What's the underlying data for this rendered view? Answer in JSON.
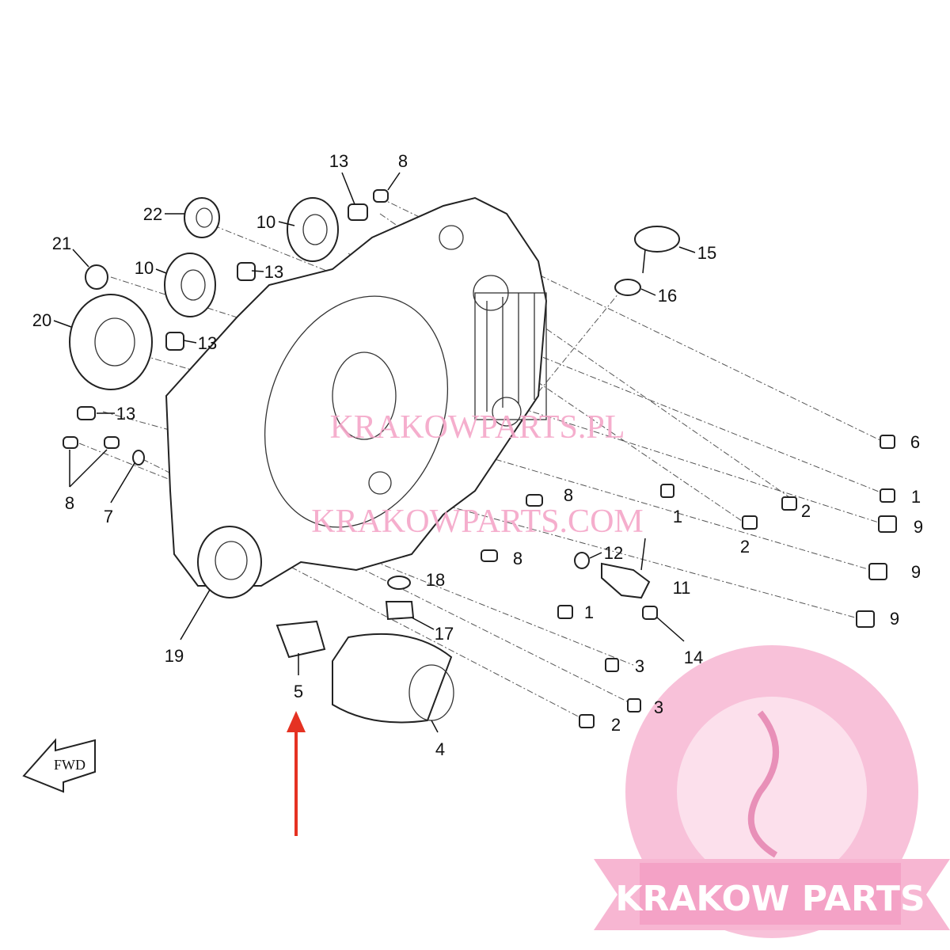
{
  "diagram": {
    "callouts": [
      "13",
      "8",
      "22",
      "10",
      "21",
      "10",
      "13",
      "15",
      "16",
      "20",
      "13",
      "13",
      "6",
      "8",
      "7",
      "8",
      "1",
      "2",
      "1",
      "9",
      "2",
      "12",
      "8",
      "18",
      "9",
      "11",
      "1",
      "17",
      "9",
      "14",
      "19",
      "3",
      "5",
      "3",
      "2",
      "4"
    ],
    "fwd_label": "FWD",
    "accent_color": "#e53222"
  },
  "watermarks": {
    "line1": "KRAKOWPARTS.PL",
    "line2": "KRAKOWPARTS.COM",
    "color": "#f4a6c8"
  },
  "logo": {
    "text": "KRAKOW PARTS",
    "color": "#f7b6d2"
  }
}
